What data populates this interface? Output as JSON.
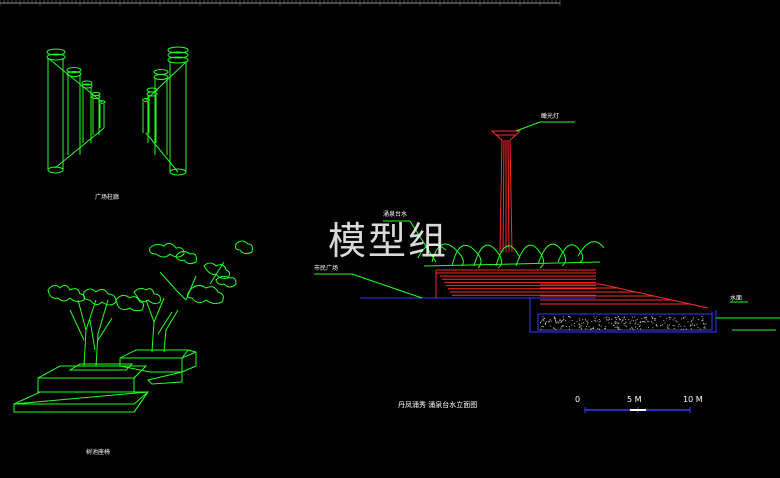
{
  "colors": {
    "background": "#000000",
    "line_green": "#22ff22",
    "line_red": "#ff2a2a",
    "line_blue": "#3a3aff",
    "text": "#ffffff"
  },
  "watermark": "模型组",
  "labels": {
    "colonnade": "广场柱廊",
    "tree_planter": "树池座椅",
    "elevation_title": "丹凤涌秀 涌泉台水立面图",
    "spotlight": "瞰光灯",
    "fountain_platform": "涌泉台水",
    "stone_plaza": "市民广场",
    "water_surface": "水面"
  },
  "scale_bar": {
    "ticks": [
      "0",
      "5 M",
      "10 M"
    ]
  }
}
